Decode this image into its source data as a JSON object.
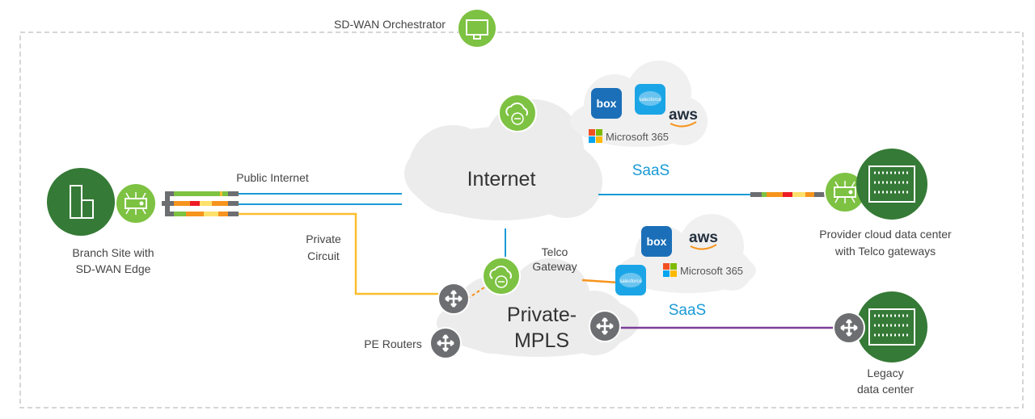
{
  "orchestrator": {
    "label": "SD-WAN Orchestrator"
  },
  "branch": {
    "line1": "Branch Site with",
    "line2": "SD-WAN Edge"
  },
  "links": {
    "public_internet": "Public Internet",
    "private_line1": "Private",
    "private_line2": "Circuit"
  },
  "internet": {
    "label": "Internet"
  },
  "saas_top": {
    "label": "SaaS",
    "box": "box",
    "salesforce": "salesforce",
    "aws": "aws",
    "microsoft": "Microsoft 365"
  },
  "saas_bottom": {
    "label": "SaaS",
    "box": "box",
    "salesforce": "salesforce",
    "aws": "aws",
    "microsoft": "Microsoft 365"
  },
  "telco": {
    "line1": "Telco",
    "line2": "Gateway"
  },
  "mpls": {
    "line1": "Private-",
    "line2": "MPLS"
  },
  "pe_routers": {
    "label": "PE Routers"
  },
  "provider": {
    "line1": "Provider cloud data center",
    "line2": "with Telco gateways"
  },
  "legacy": {
    "line1": "Legacy",
    "line2": "data center"
  },
  "colors": {
    "dark_green": "#357a36",
    "light_green": "#7dc242",
    "internet_blue": "#1a9ad6",
    "private_yellow": "#fbbd2e",
    "mpls_purple": "#7b3f98",
    "router_grey": "#6d6e71",
    "saas_blue": "#1a9ad6"
  }
}
